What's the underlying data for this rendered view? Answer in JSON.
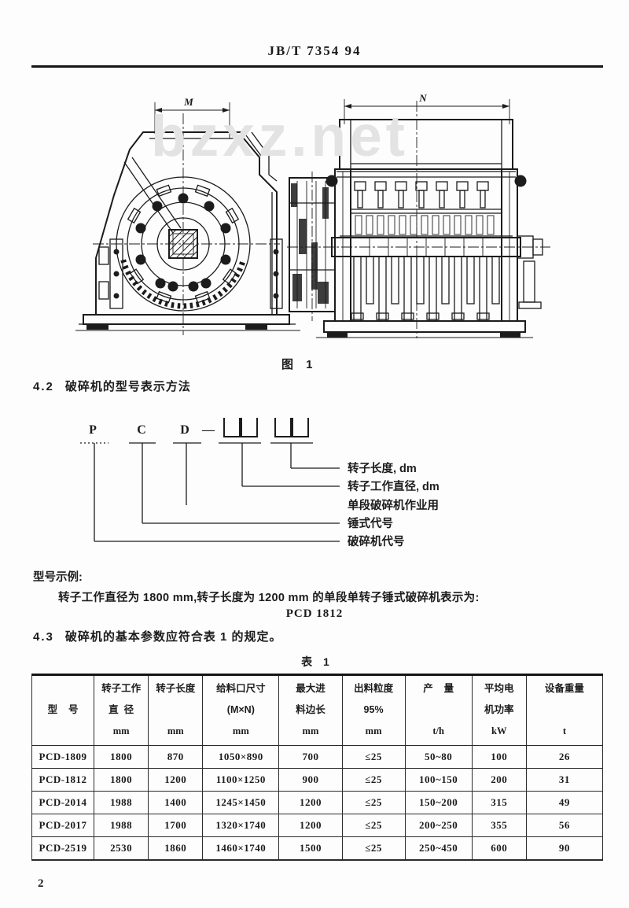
{
  "page": {
    "header": "JB/T 7354  94",
    "watermark": "bzxz.net",
    "figure_caption": "图 1",
    "page_number": "2"
  },
  "drawings": {
    "left_dim_label": "M",
    "right_dim_label": "N"
  },
  "section_42": {
    "number": "4.2",
    "title": "破碎机的型号表示方法"
  },
  "designation": {
    "letters": [
      "P",
      "C",
      "D"
    ],
    "dash": "—",
    "labels": [
      "转子长度, dm",
      "转子工作直径, dm",
      "单段破碎机作业用",
      "锤式代号",
      "破碎机代号"
    ]
  },
  "example": {
    "intro": "型号示例:",
    "body": "转子工作直径为 1800 mm,转子长度为 1200 mm 的单段单转子锤式破碎机表示为:",
    "model": "PCD 1812"
  },
  "section_43": {
    "number": "4.3",
    "title": "破碎机的基本参数应符合表 1 的规定。"
  },
  "table": {
    "caption": "表 1",
    "headers": [
      [
        "",
        "型    号",
        ""
      ],
      [
        "转子工作",
        "直  径",
        "mm"
      ],
      [
        "转子长度",
        "",
        "mm"
      ],
      [
        "给料口尺寸",
        "(M×N)",
        "mm"
      ],
      [
        "最大进",
        "料边长",
        "mm"
      ],
      [
        "出料粒度",
        "95%",
        "mm"
      ],
      [
        "产    量",
        "",
        "t/h"
      ],
      [
        "平均电",
        "机功率",
        "kW"
      ],
      [
        "设备重量",
        "",
        "t"
      ]
    ],
    "rows": [
      [
        "PCD-1809",
        "1800",
        "870",
        "1050×890",
        "700",
        "≤25",
        "50~80",
        "100",
        "26"
      ],
      [
        "PCD-1812",
        "1800",
        "1200",
        "1100×1250",
        "900",
        "≤25",
        "100~150",
        "200",
        "31"
      ],
      [
        "PCD-2014",
        "1988",
        "1400",
        "1245×1450",
        "1200",
        "≤25",
        "150~200",
        "315",
        "49"
      ],
      [
        "PCD-2017",
        "1988",
        "1700",
        "1320×1740",
        "1200",
        "≤25",
        "200~250",
        "355",
        "56"
      ],
      [
        "PCD-2519",
        "2530",
        "1860",
        "1460×1740",
        "1500",
        "≤25",
        "250~450",
        "600",
        "90"
      ]
    ]
  }
}
